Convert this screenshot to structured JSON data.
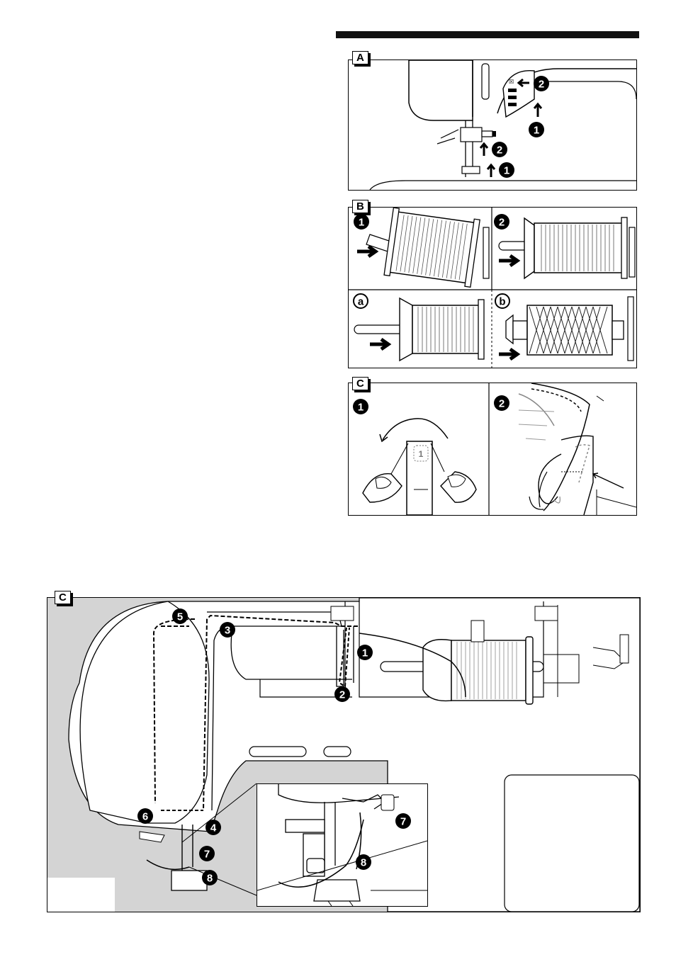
{
  "header_bar": {
    "color": "#111111"
  },
  "panels": {
    "A": {
      "tag": "A",
      "steps": [
        "1",
        "2",
        "1",
        "2"
      ]
    },
    "B": {
      "tag": "B",
      "sub": [
        "1",
        "2",
        "a",
        "b"
      ]
    },
    "C_small": {
      "tag": "C",
      "sub": [
        "1",
        "2"
      ],
      "dial_mark": "1"
    },
    "C_large": {
      "tag": "C",
      "steps": [
        "1",
        "2",
        "3",
        "4",
        "5",
        "6",
        "7",
        "8"
      ],
      "inset_steps": [
        "7",
        "8"
      ]
    }
  },
  "colors": {
    "machine_gray": "#d4d4d4",
    "line": "#000000",
    "thread_gray": "#9a9a9a"
  },
  "icons": [
    "arrow-right-icon",
    "arrow-up-icon",
    "arrow-left-icon",
    "rotate-arrow-icon",
    "spool-icon"
  ]
}
